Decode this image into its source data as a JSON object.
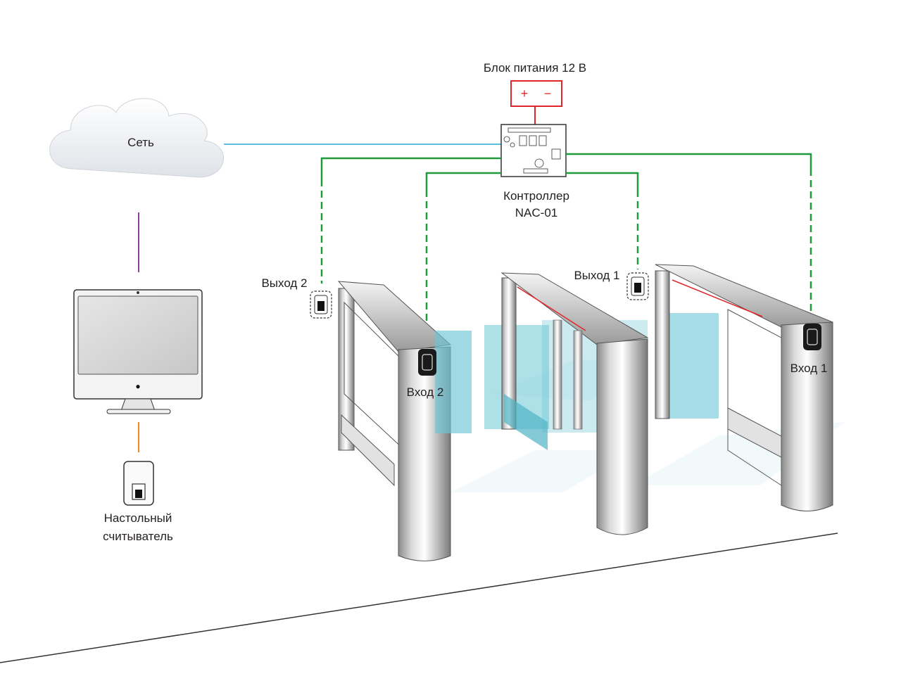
{
  "network": {
    "label": "Сеть"
  },
  "power_supply": {
    "label": "Блок питания 12 В",
    "plus": "+",
    "minus": "−"
  },
  "controller": {
    "label_line1": "Контроллер",
    "label_line2": "NAC-01"
  },
  "readers": {
    "exit2": "Выход 2",
    "exit1": "Выход 1",
    "entry2": "Вход 2",
    "entry1": "Вход 1"
  },
  "desk_reader": {
    "label_line1": "Настольный",
    "label_line2": "считыватель"
  },
  "colors": {
    "network_line": "#29a9d6",
    "reader_line": "#1e9a3c",
    "power_line": "#e0262b",
    "pc_line": "#8e3f9b",
    "usb_line": "#f08a1d",
    "glass": "#6cc6d6"
  }
}
